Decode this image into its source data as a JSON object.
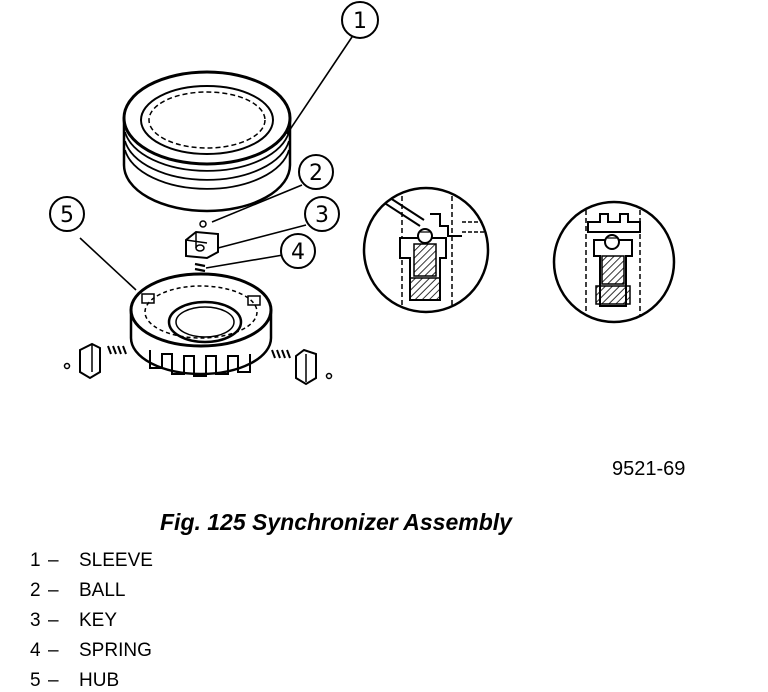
{
  "callouts": [
    "1",
    "2",
    "3",
    "4",
    "5"
  ],
  "figure_code": "9521-69",
  "caption": "Fig. 125 Synchronizer Assembly",
  "legend_separator": "–",
  "legend": [
    {
      "number": "1",
      "label": "SLEEVE"
    },
    {
      "number": "2",
      "label": "BALL"
    },
    {
      "number": "3",
      "label": "KEY"
    },
    {
      "number": "4",
      "label": "SPRING"
    },
    {
      "number": "5",
      "label": "HUB"
    }
  ]
}
